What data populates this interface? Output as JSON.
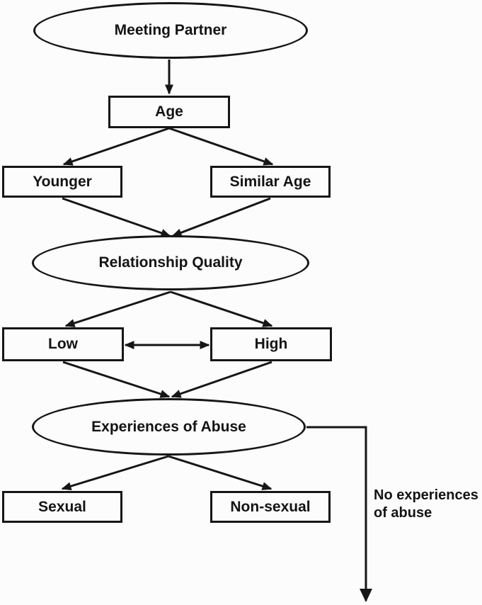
{
  "figure": {
    "type": "flowchart",
    "background": "#fcfcfc",
    "stroke_color": "#161616",
    "text_color": "#141414",
    "nodes": [
      {
        "id": "meeting-partner",
        "shape": "ellipse",
        "label": "Meeting Partner"
      },
      {
        "id": "age",
        "shape": "rect",
        "label": "Age"
      },
      {
        "id": "younger",
        "shape": "rect",
        "label": "Younger"
      },
      {
        "id": "similar-age",
        "shape": "rect",
        "label": "Similar Age"
      },
      {
        "id": "relationship-quality",
        "shape": "ellipse",
        "label": "Relationship Quality"
      },
      {
        "id": "low",
        "shape": "rect",
        "label": "Low"
      },
      {
        "id": "high",
        "shape": "rect",
        "label": "High"
      },
      {
        "id": "experiences-of-abuse",
        "shape": "ellipse",
        "label": "Experiences of Abuse"
      },
      {
        "id": "sexual",
        "shape": "rect",
        "label": "Sexual"
      },
      {
        "id": "non-sexual",
        "shape": "rect",
        "label": "Non-sexual"
      }
    ],
    "edges": [
      {
        "from": "meeting-partner",
        "to": "age",
        "type": "arrow"
      },
      {
        "from": "age",
        "to": "younger",
        "type": "arrow"
      },
      {
        "from": "age",
        "to": "similar-age",
        "type": "arrow"
      },
      {
        "from": "younger",
        "to": "relationship-quality",
        "type": "arrow"
      },
      {
        "from": "similar-age",
        "to": "relationship-quality",
        "type": "arrow"
      },
      {
        "from": "relationship-quality",
        "to": "low",
        "type": "arrow"
      },
      {
        "from": "relationship-quality",
        "to": "high",
        "type": "arrow"
      },
      {
        "from": "low",
        "to": "high",
        "type": "double-arrow"
      },
      {
        "from": "low",
        "to": "experiences-of-abuse",
        "type": "arrow"
      },
      {
        "from": "high",
        "to": "experiences-of-abuse",
        "type": "arrow"
      },
      {
        "from": "experiences-of-abuse",
        "to": "sexual",
        "type": "arrow"
      },
      {
        "from": "experiences-of-abuse",
        "to": "non-sexual",
        "type": "arrow"
      },
      {
        "from": "experiences-of-abuse",
        "to": "no-experiences-exit",
        "type": "arrow"
      }
    ],
    "side_label": "No experiences\nof abuse"
  }
}
